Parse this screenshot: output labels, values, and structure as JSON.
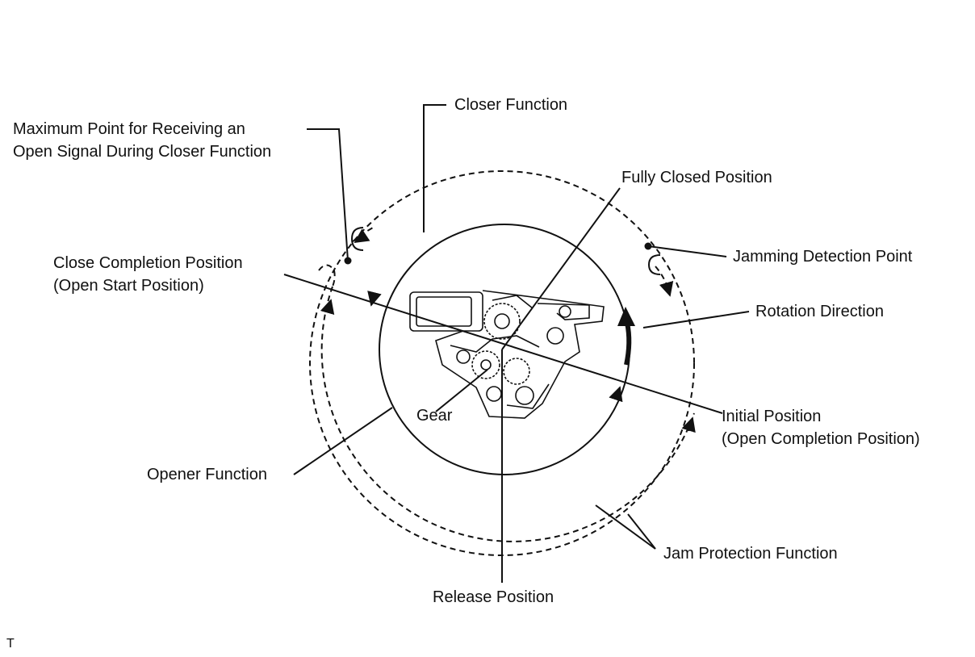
{
  "labels": {
    "closer_function": "Closer Function",
    "max_point": [
      "Maximum Point for Receiving an",
      "Open Signal During Closer Function"
    ],
    "fully_closed": "Fully Closed Position",
    "jamming_detection": "Jamming Detection Point",
    "close_completion": [
      "Close Completion Position",
      "(Open Start Position)"
    ],
    "rotation_direction": "Rotation Direction",
    "gear": "Gear",
    "initial_position": [
      "Initial Position",
      "(Open Completion Position)"
    ],
    "opener_function": "Opener Function",
    "jam_protection": "Jam Protection Function",
    "release_position": "Release Position",
    "corner_mark": "T"
  },
  "colors": {
    "ink": "#111111",
    "background": "#ffffff"
  }
}
